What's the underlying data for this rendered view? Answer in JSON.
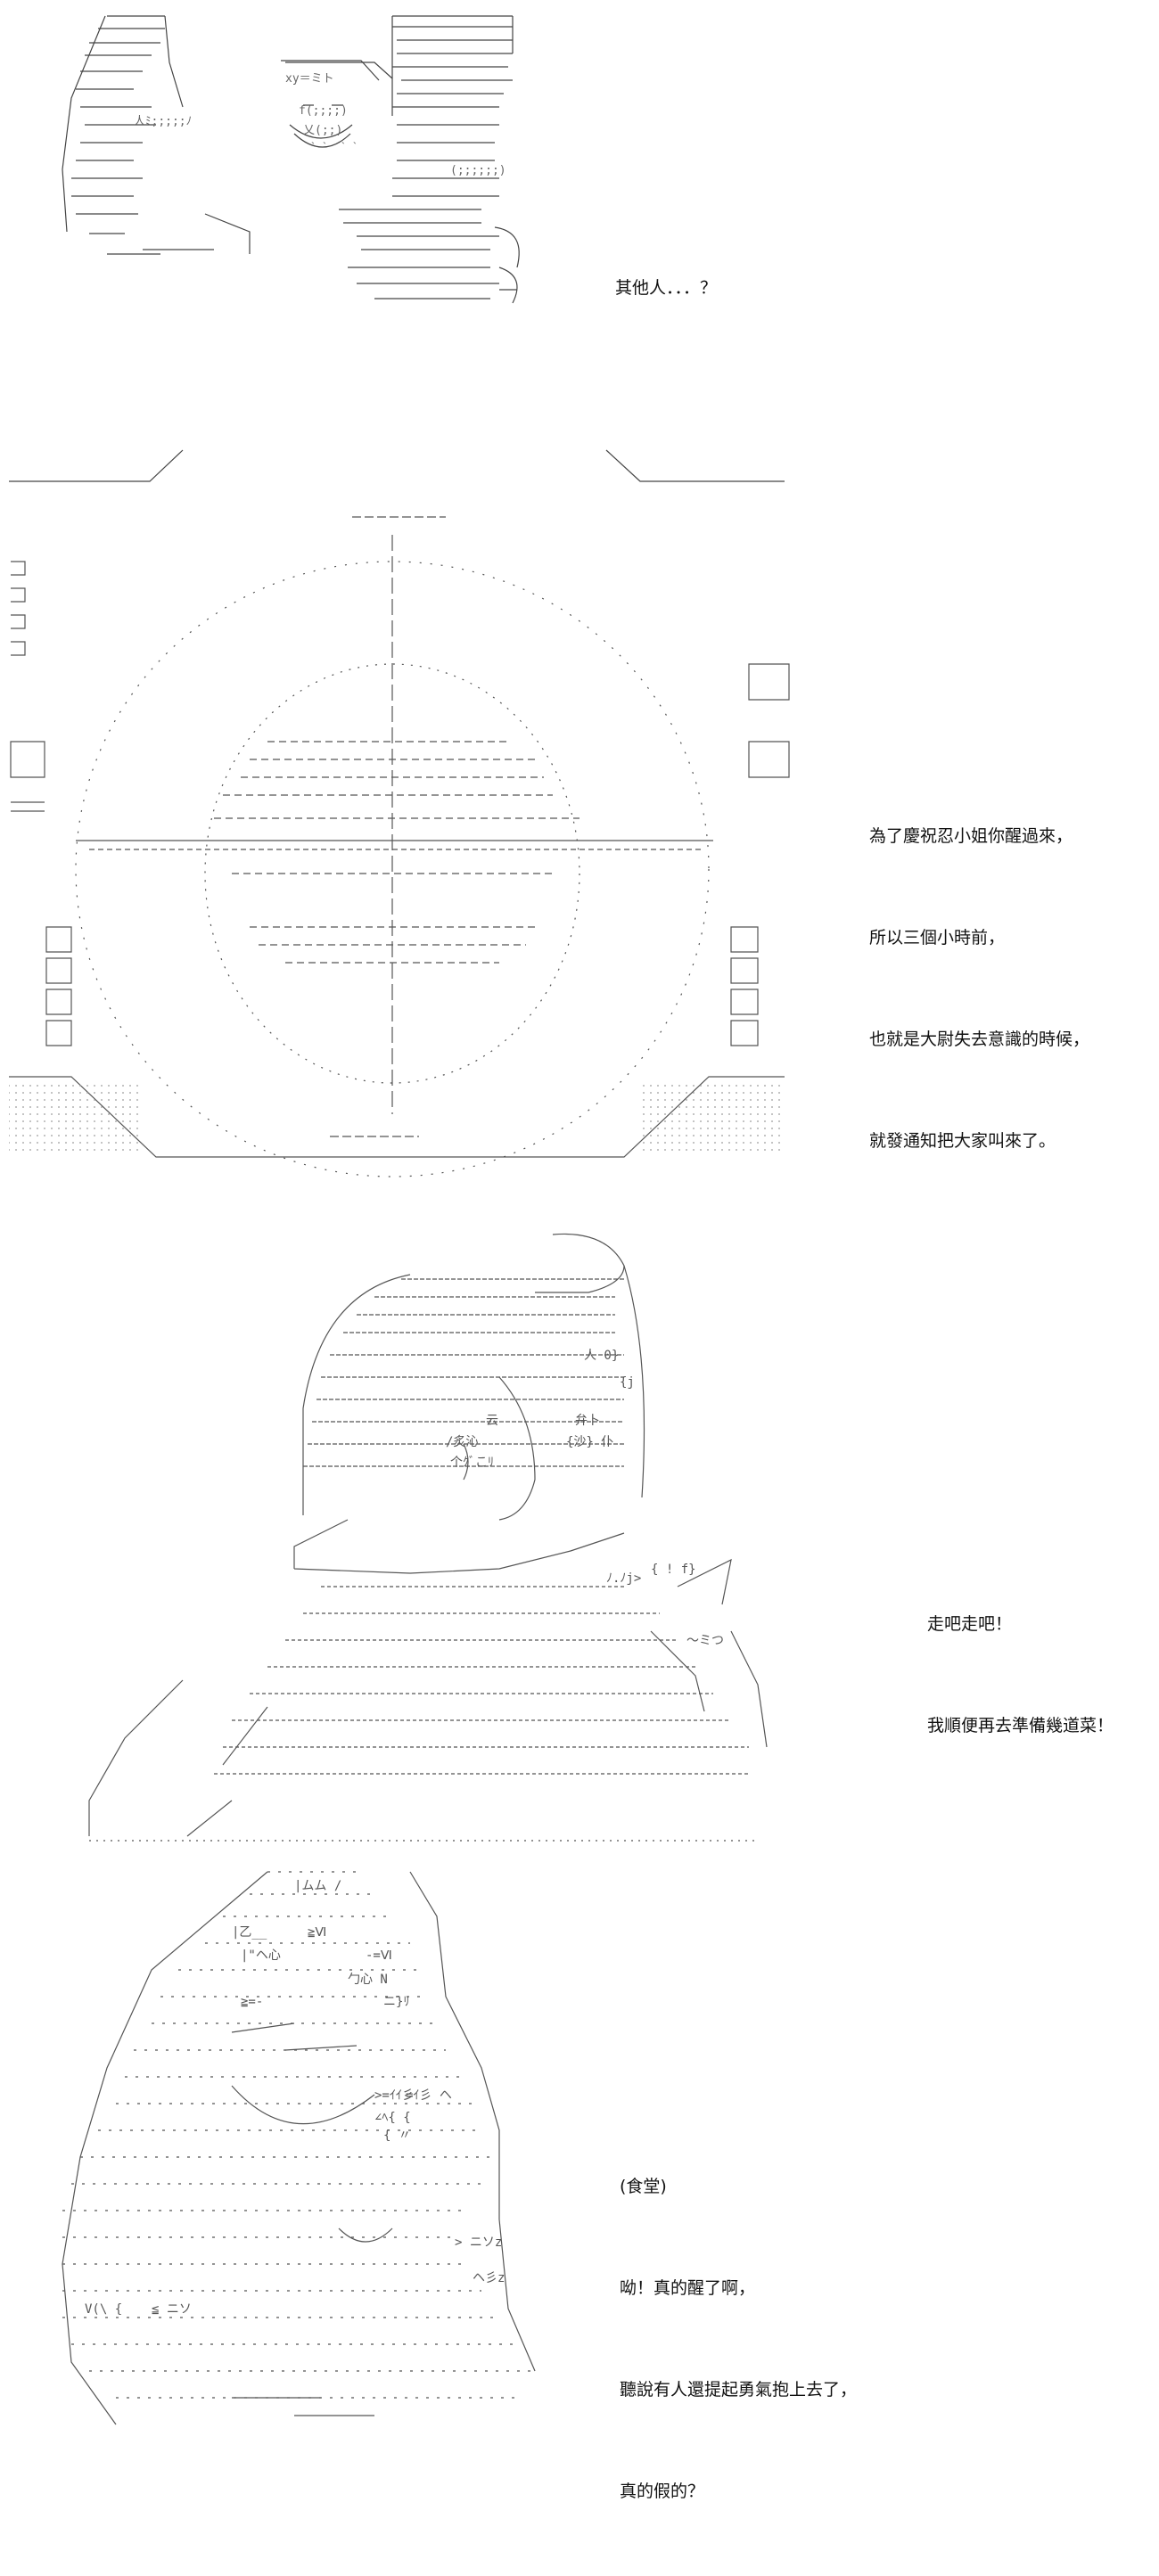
{
  "panels": [
    {
      "id": "panel-1",
      "caption": [
        "其他人．．．？"
      ]
    },
    {
      "id": "panel-2",
      "caption": [
        "為了慶祝忍小姐你醒過來，",
        "所以三個小時前，",
        "也就是大尉失去意識的時候，",
        "就發通知把大家叫來了。"
      ]
    },
    {
      "id": "panel-3",
      "caption": [
        "走吧走吧！",
        "我順便再去準備幾道菜！"
      ]
    },
    {
      "id": "panel-4",
      "caption": [
        "(食堂)",
        "呦！真的醒了啊，",
        "聽說有人還提起勇氣抱上去了，",
        "真的假的？"
      ]
    }
  ],
  "art": {
    "style": "ascii-art",
    "panel1_glyphs": [
      "xy＝ミト",
      "f(;;;;)",
      "乂(;;)",
      "人ﾐ;;;;;ﾉ",
      "(;;;;;;)",
      "｀｀ ｀｀"
    ],
    "panel3_glyphs": [
      "云",
      "/炙沁",
      "个ｸﾞこﾘ",
      "弁卜",
      "{沙} 仆",
      "人 0}",
      "{j",
      "ﾉ.ﾉj>",
      "{ ! f}",
      "〜ミつ"
    ],
    "panel4_glyphs": [
      "|ムム /",
      "≧Ⅵ",
      "|乙__",
      "-=Ⅵ",
      "勹心 N",
      "|\"ヘ心",
      "≧=-",
      "ニ}ﾘ",
      "=ｲ彡 ヘ",
      ">=ｲｲ彡",
      "∠ﾍ{ {",
      "{ 〃",
      "ヘ彡z",
      "> ニソz",
      "V(\\ {",
      "≦ ニソ"
    ]
  }
}
